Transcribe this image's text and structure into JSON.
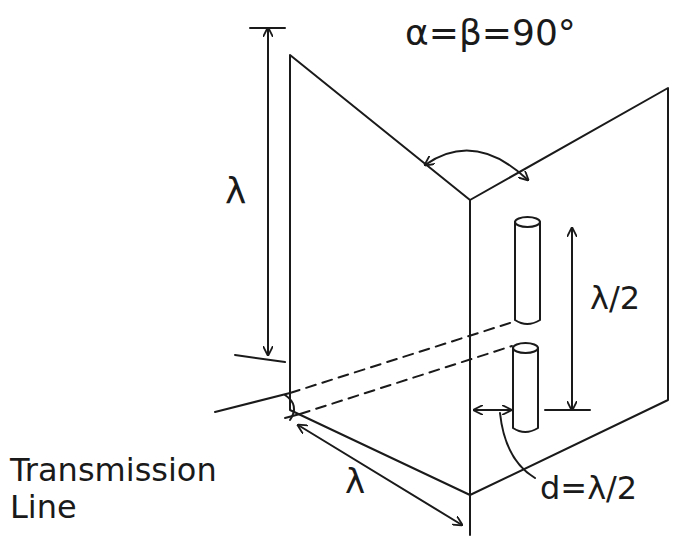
{
  "diagram": {
    "labels": [
      "α=β=90°",
      "λ",
      "λ/2",
      "Transmission Line",
      "λ",
      "d=λ/2"
    ]
  }
}
